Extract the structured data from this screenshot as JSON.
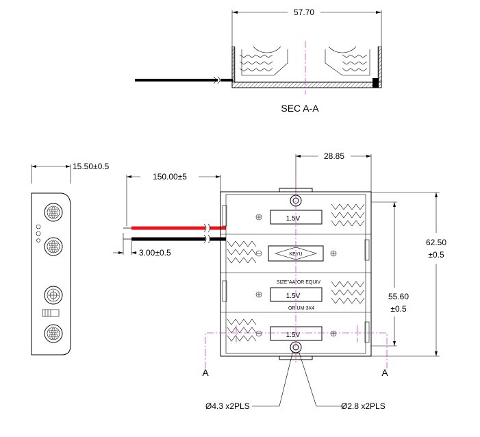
{
  "dimensions": {
    "top_width": "57.70",
    "section_label": "SEC  A-A",
    "side_width": "15.50±0.5",
    "wire_length": "150.00±5",
    "strip_length": "3.00±0.5",
    "half_width": "28.85",
    "overall_height_value": "62.50",
    "overall_height_tol": "±0.5",
    "inner_height_value": "55.60",
    "inner_height_tol": "±0.5",
    "hole_large": "Ø4.3 x2PLS",
    "hole_small": "Ø2.8 x2PLS",
    "section_mark_left": "A",
    "section_mark_right": "A"
  },
  "labels": {
    "voltage_1": "1.5V",
    "voltage_2": "1.5V",
    "voltage_3": "1.5V",
    "brand": "KEYU",
    "size_text": "SIZE\"AA\"OR EQUIV",
    "um_text": "OR UM-3X4"
  },
  "colors": {
    "wire_red": "#e8141b",
    "wire_black": "#000000",
    "centerline": "#d040c0"
  }
}
